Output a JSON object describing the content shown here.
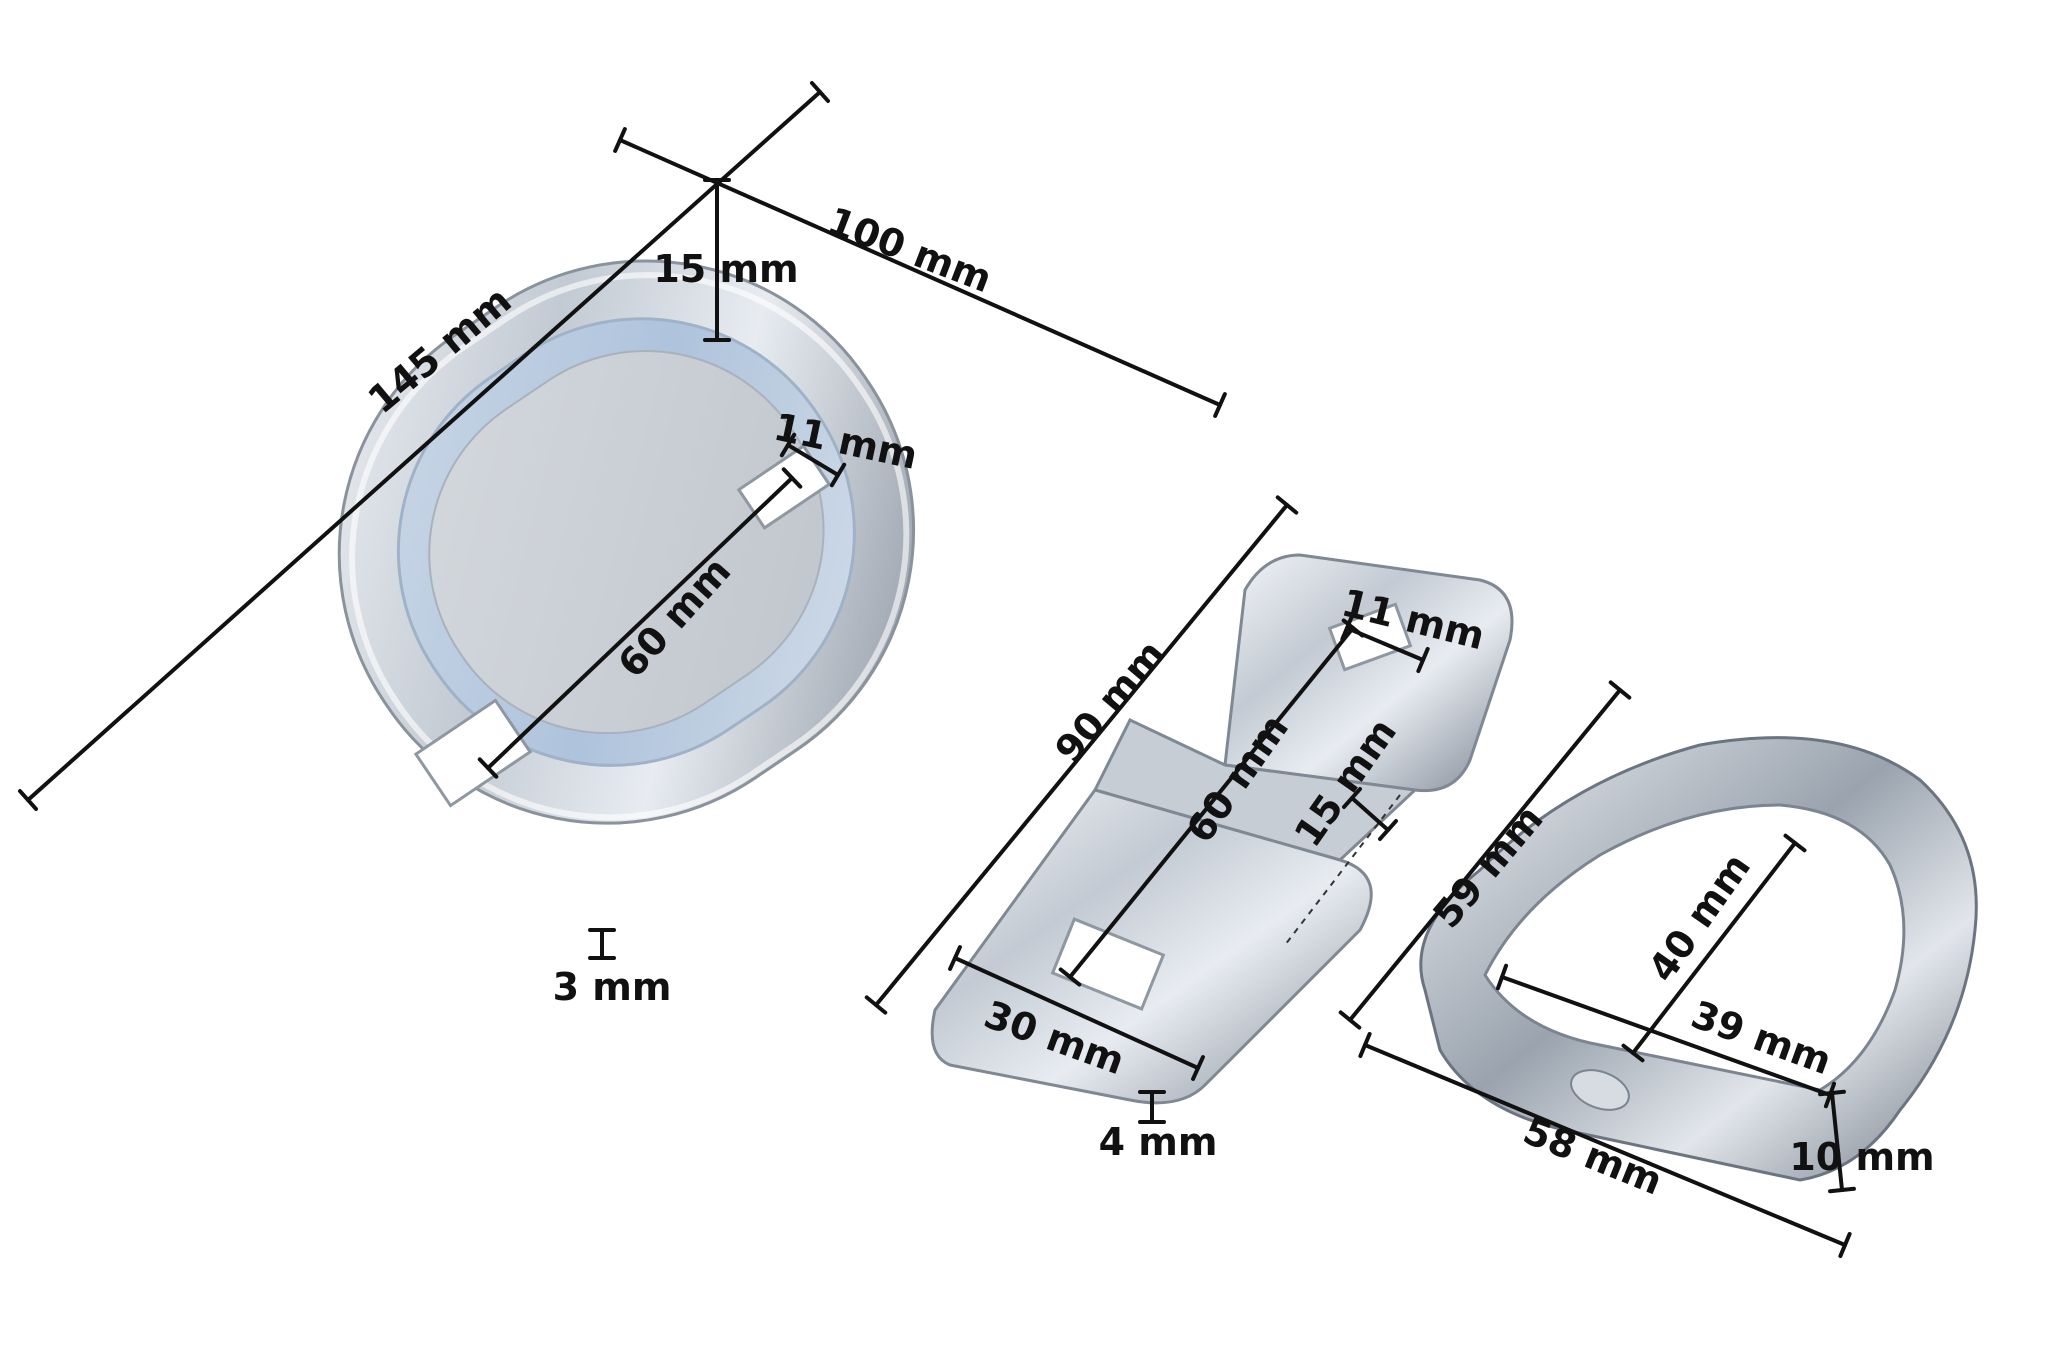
{
  "colors": {
    "steel_light": "#e9edf2",
    "steel_mid": "#b9c1cb",
    "steel_dark": "#6f7884",
    "steel_blue": "#a9c4e0",
    "dimension_ink": "#111111",
    "background": "#ffffff"
  },
  "plate": {
    "length": "145 mm",
    "width": "100 mm",
    "depth": "15 mm",
    "slot_width": "11 mm",
    "slot_spacing": "60 mm",
    "thickness": "3 mm"
  },
  "strap": {
    "length": "90 mm",
    "slot_width": "11 mm",
    "slot_spacing": "60 mm",
    "offset": "15 mm",
    "width": "30 mm",
    "thickness": "4 mm"
  },
  "ring": {
    "height": "59 mm",
    "inner_height": "40 mm",
    "inner_width": "39 mm",
    "outer_width": "58 mm",
    "wire_diameter": "10 mm"
  }
}
